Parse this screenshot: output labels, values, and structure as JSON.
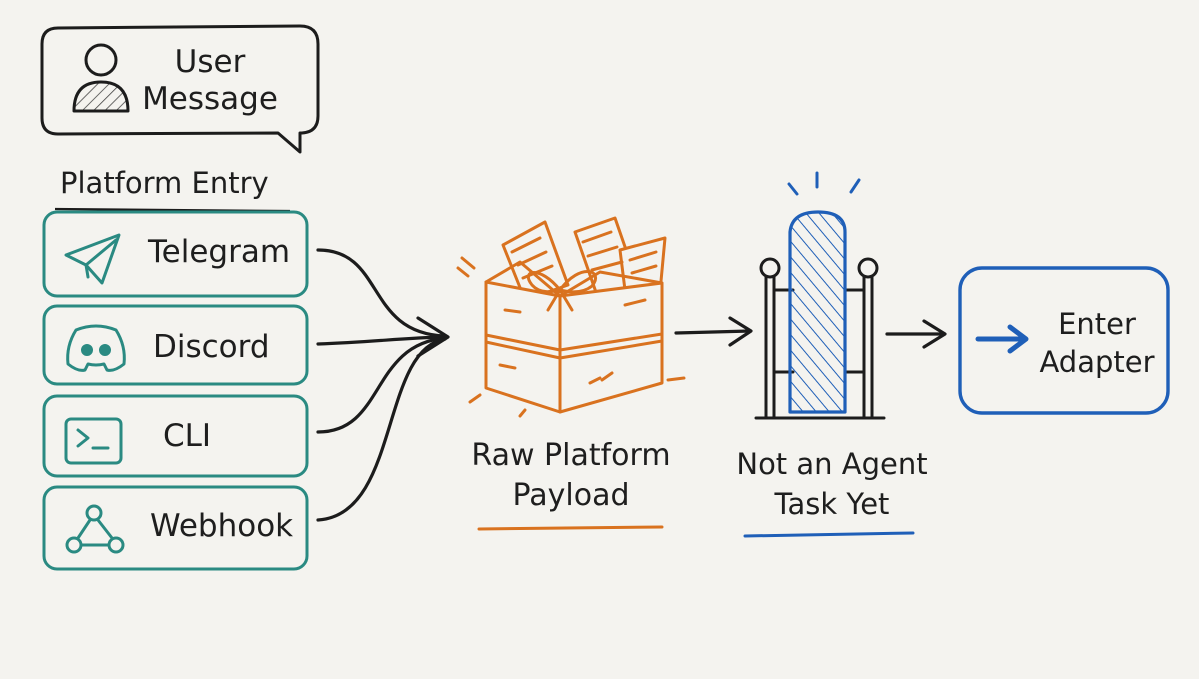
{
  "user_message": {
    "line1": "User",
    "line2": "Message"
  },
  "platform_entry": {
    "heading": "Platform Entry",
    "items": [
      {
        "label": "Telegram",
        "icon": "paper-plane-icon"
      },
      {
        "label": "Discord",
        "icon": "discord-icon"
      },
      {
        "label": "CLI",
        "icon": "terminal-icon"
      },
      {
        "label": "Webhook",
        "icon": "webhook-icon"
      }
    ]
  },
  "payload": {
    "line1": "Raw Platform",
    "line2": "Payload"
  },
  "gate": {
    "line1": "Not an Agent",
    "line2": "Task Yet"
  },
  "adapter": {
    "line1": "Enter",
    "line2": "Adapter"
  },
  "colors": {
    "teal": "#2a8a82",
    "orange": "#d9721f",
    "blue": "#1f5fb8",
    "ink": "#1c1c1c",
    "background": "#f4f3ef"
  }
}
